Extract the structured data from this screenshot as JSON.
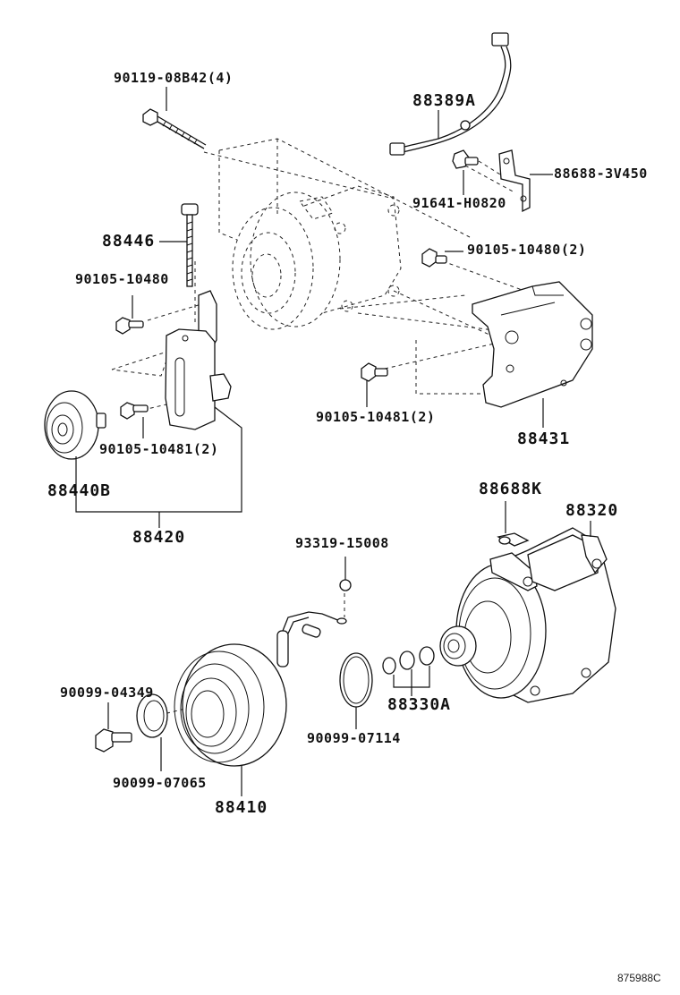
{
  "diagram": {
    "title": "A/C Compressor Parts Diagram",
    "reference_code": "875988C",
    "labels": {
      "bolt_top": "90119-08B42(4)",
      "wire_harness": "88389A",
      "bracket_3v450": "88688-3V450",
      "bolt_91641": "91641-H0820",
      "stud_88446": "88446",
      "bolt_10480_left": "90105-10480",
      "bolt_10480_right": "90105-10480(2)",
      "bolt_10481_right": "90105-10481(2)",
      "bolt_10481_left": "90105-10481(2)",
      "bracket_88431": "88431",
      "idler_pulley": "88440B",
      "idler_assembly": "88420",
      "clip_88688k": "88688K",
      "compressor_88320": "88320",
      "bolt_93319": "93319-15008",
      "shim_set": "88330A",
      "bolt_04349": "90099-04349",
      "snap_ring": "90099-07114",
      "washer_07065": "90099-07065",
      "clutch_88410": "88410"
    }
  }
}
